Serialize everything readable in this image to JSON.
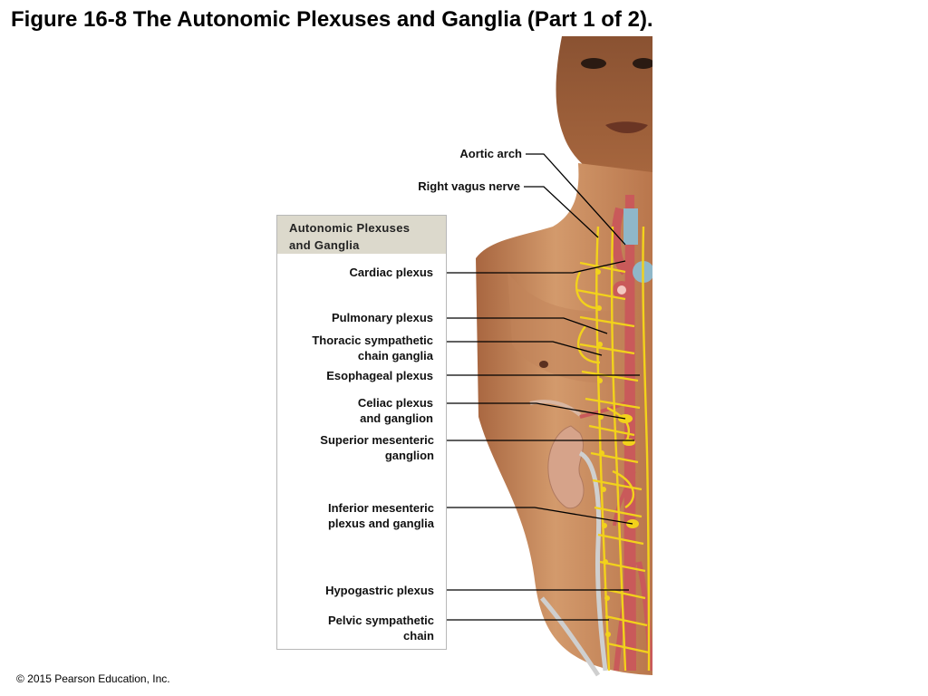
{
  "title": "Figure 16-8 The Autonomic Plexuses and Ganglia (Part 1 of 2).",
  "copyright": "© 2015 Pearson Education, Inc.",
  "legend": {
    "title_line1": "Autonomic Plexuses",
    "title_line2": "and Ganglia"
  },
  "top_labels": {
    "aortic_arch": "Aortic arch",
    "right_vagus_nerve": "Right vagus nerve"
  },
  "labels": {
    "cardiac_plexus": "Cardiac plexus",
    "pulmonary_plexus": "Pulmonary plexus",
    "thoracic_l1": "Thoracic sympathetic",
    "thoracic_l2": "chain ganglia",
    "esophageal_plexus": "Esophageal plexus",
    "celiac_l1": "Celiac plexus",
    "celiac_l2": "and ganglion",
    "sup_mes_l1": "Superior mesenteric",
    "sup_mes_l2": "ganglion",
    "inf_mes_l1": "Inferior mesenteric",
    "inf_mes_l2": "plexus and ganglia",
    "hypogastric_plexus": "Hypogastric plexus",
    "pelvic_l1": "Pelvic sympathetic",
    "pelvic_l2": "chain"
  },
  "colors": {
    "skin": "#c98a5e",
    "skin_dark": "#8a5232",
    "nerve": "#f2d21b",
    "vessel": "#c95a5a",
    "vein": "#8fb7c9",
    "legend_header": "#dcd9cc"
  }
}
